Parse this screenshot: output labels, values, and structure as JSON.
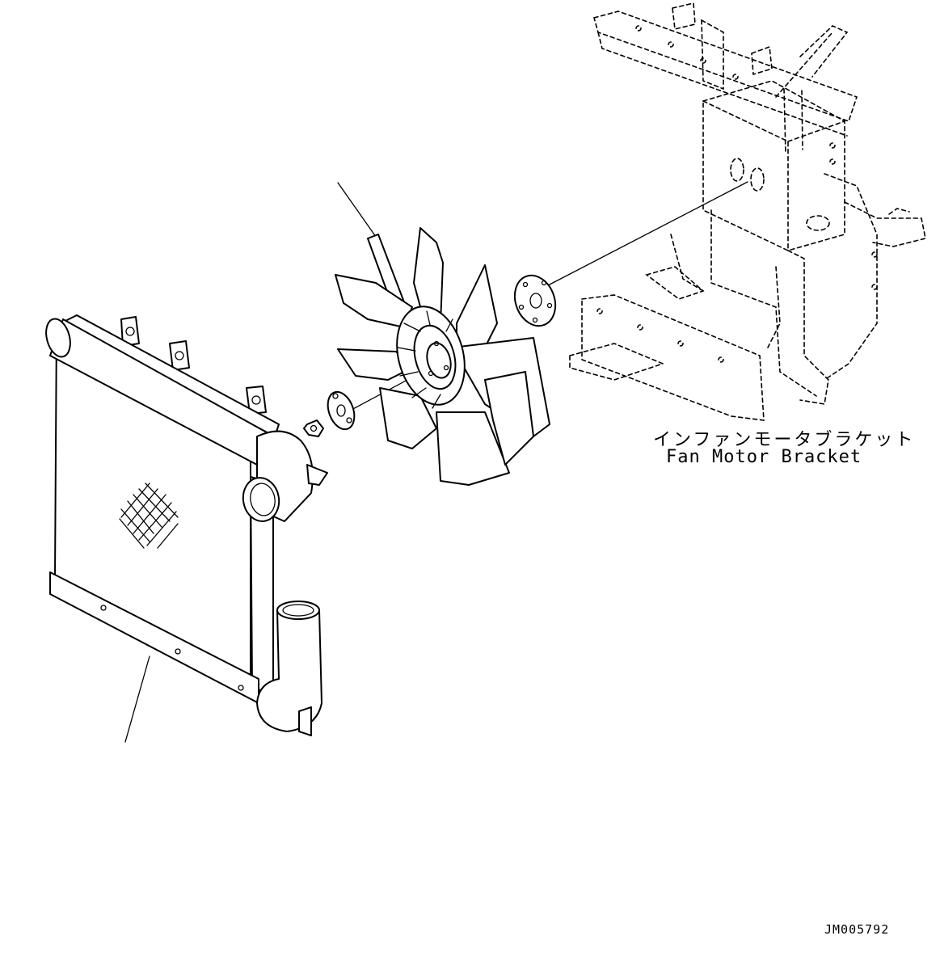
{
  "labels": {
    "part_name_jp": "インファンモータブラケット",
    "part_name_en": "Fan Motor Bracket",
    "drawing_code": "JM005792"
  }
}
